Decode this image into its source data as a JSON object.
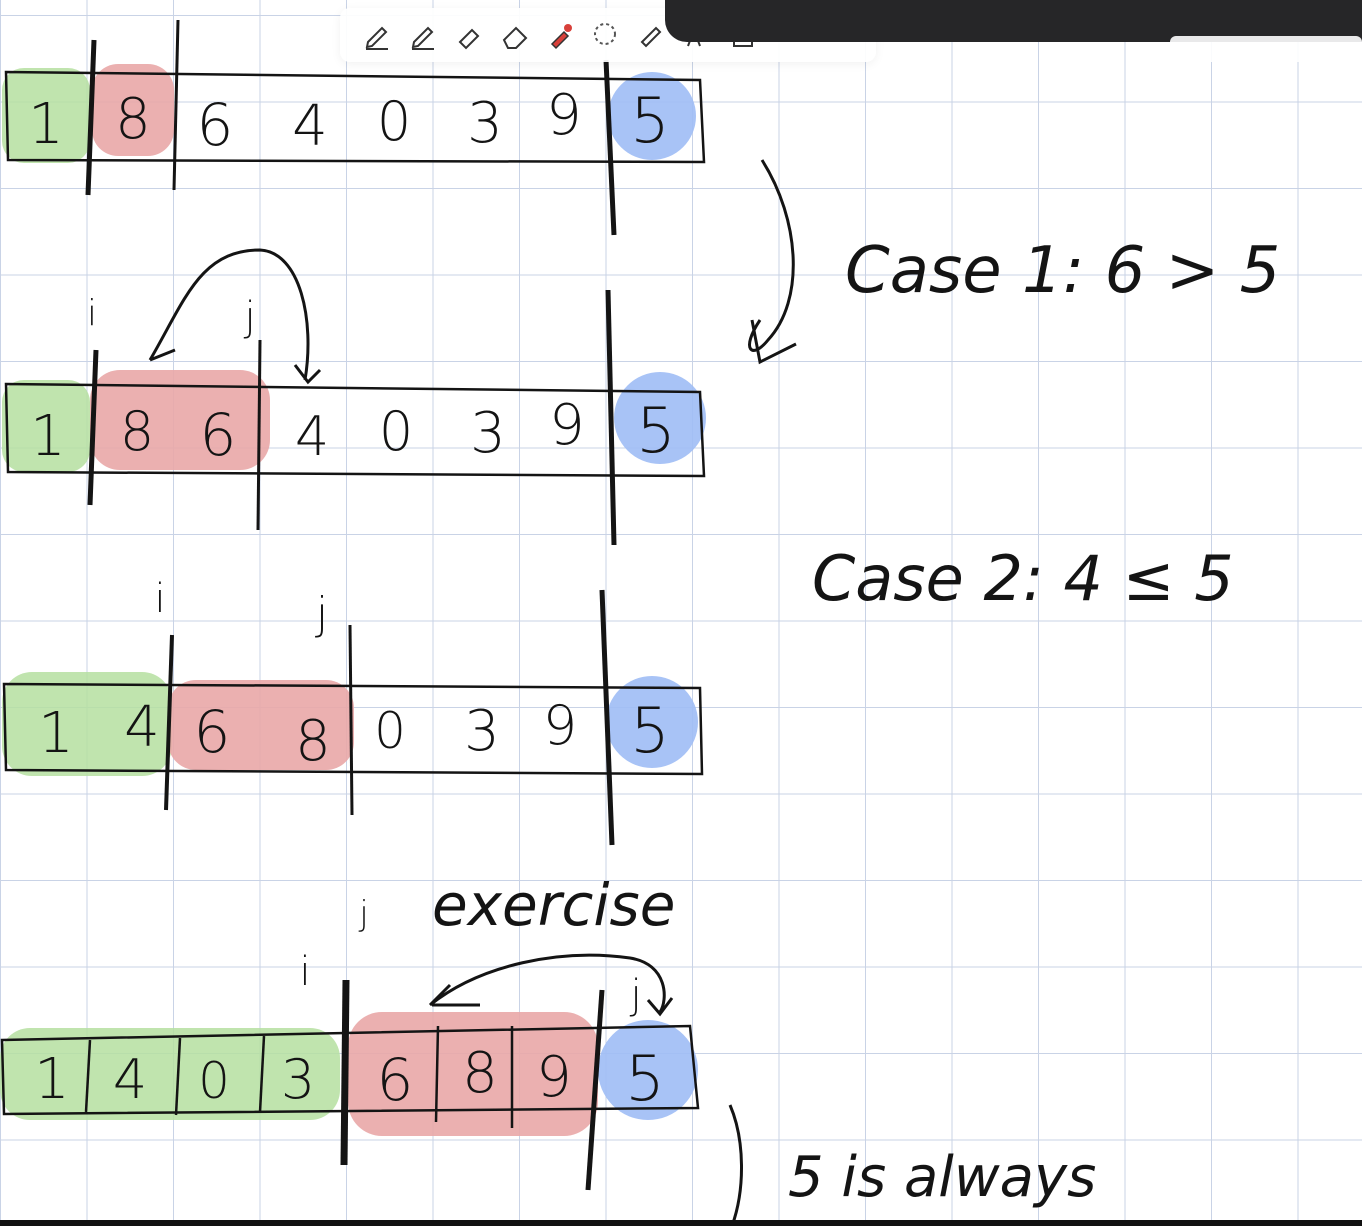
{
  "arrays": [
    {
      "cells": [
        "1",
        "8",
        "6",
        "4",
        "0",
        "3",
        "9",
        "5"
      ]
    },
    {
      "cells": [
        "1",
        "8",
        "6",
        "4",
        "0",
        "3",
        "9",
        "5"
      ]
    },
    {
      "cells": [
        "1",
        "4",
        "6",
        "8",
        "0",
        "3",
        "9",
        "5"
      ]
    },
    {
      "cells": [
        "1",
        "4",
        "0",
        "3",
        "6",
        "8",
        "9",
        "5"
      ]
    }
  ],
  "pointer_i": "i",
  "pointer_j": "j",
  "notes": {
    "case1": "Case 1: 6 > 5",
    "case2": "Case 2: 4 ≤ 5",
    "exercise": "exercise",
    "pivot_note": "5 is always"
  },
  "colors": {
    "green": "#b5dfa0",
    "red": "#e9a7a7",
    "blue": "#9ebcf5",
    "ink": "#141414",
    "grid": "#c9d3e6",
    "topbar": "#262628"
  },
  "toolbar": {
    "tools": [
      "pen-icon",
      "pencil-icon",
      "highlighter-icon",
      "eraser-icon",
      "laser-icon",
      "lasso-icon",
      "shapes-icon",
      "text-icon",
      "sticker-icon"
    ]
  }
}
